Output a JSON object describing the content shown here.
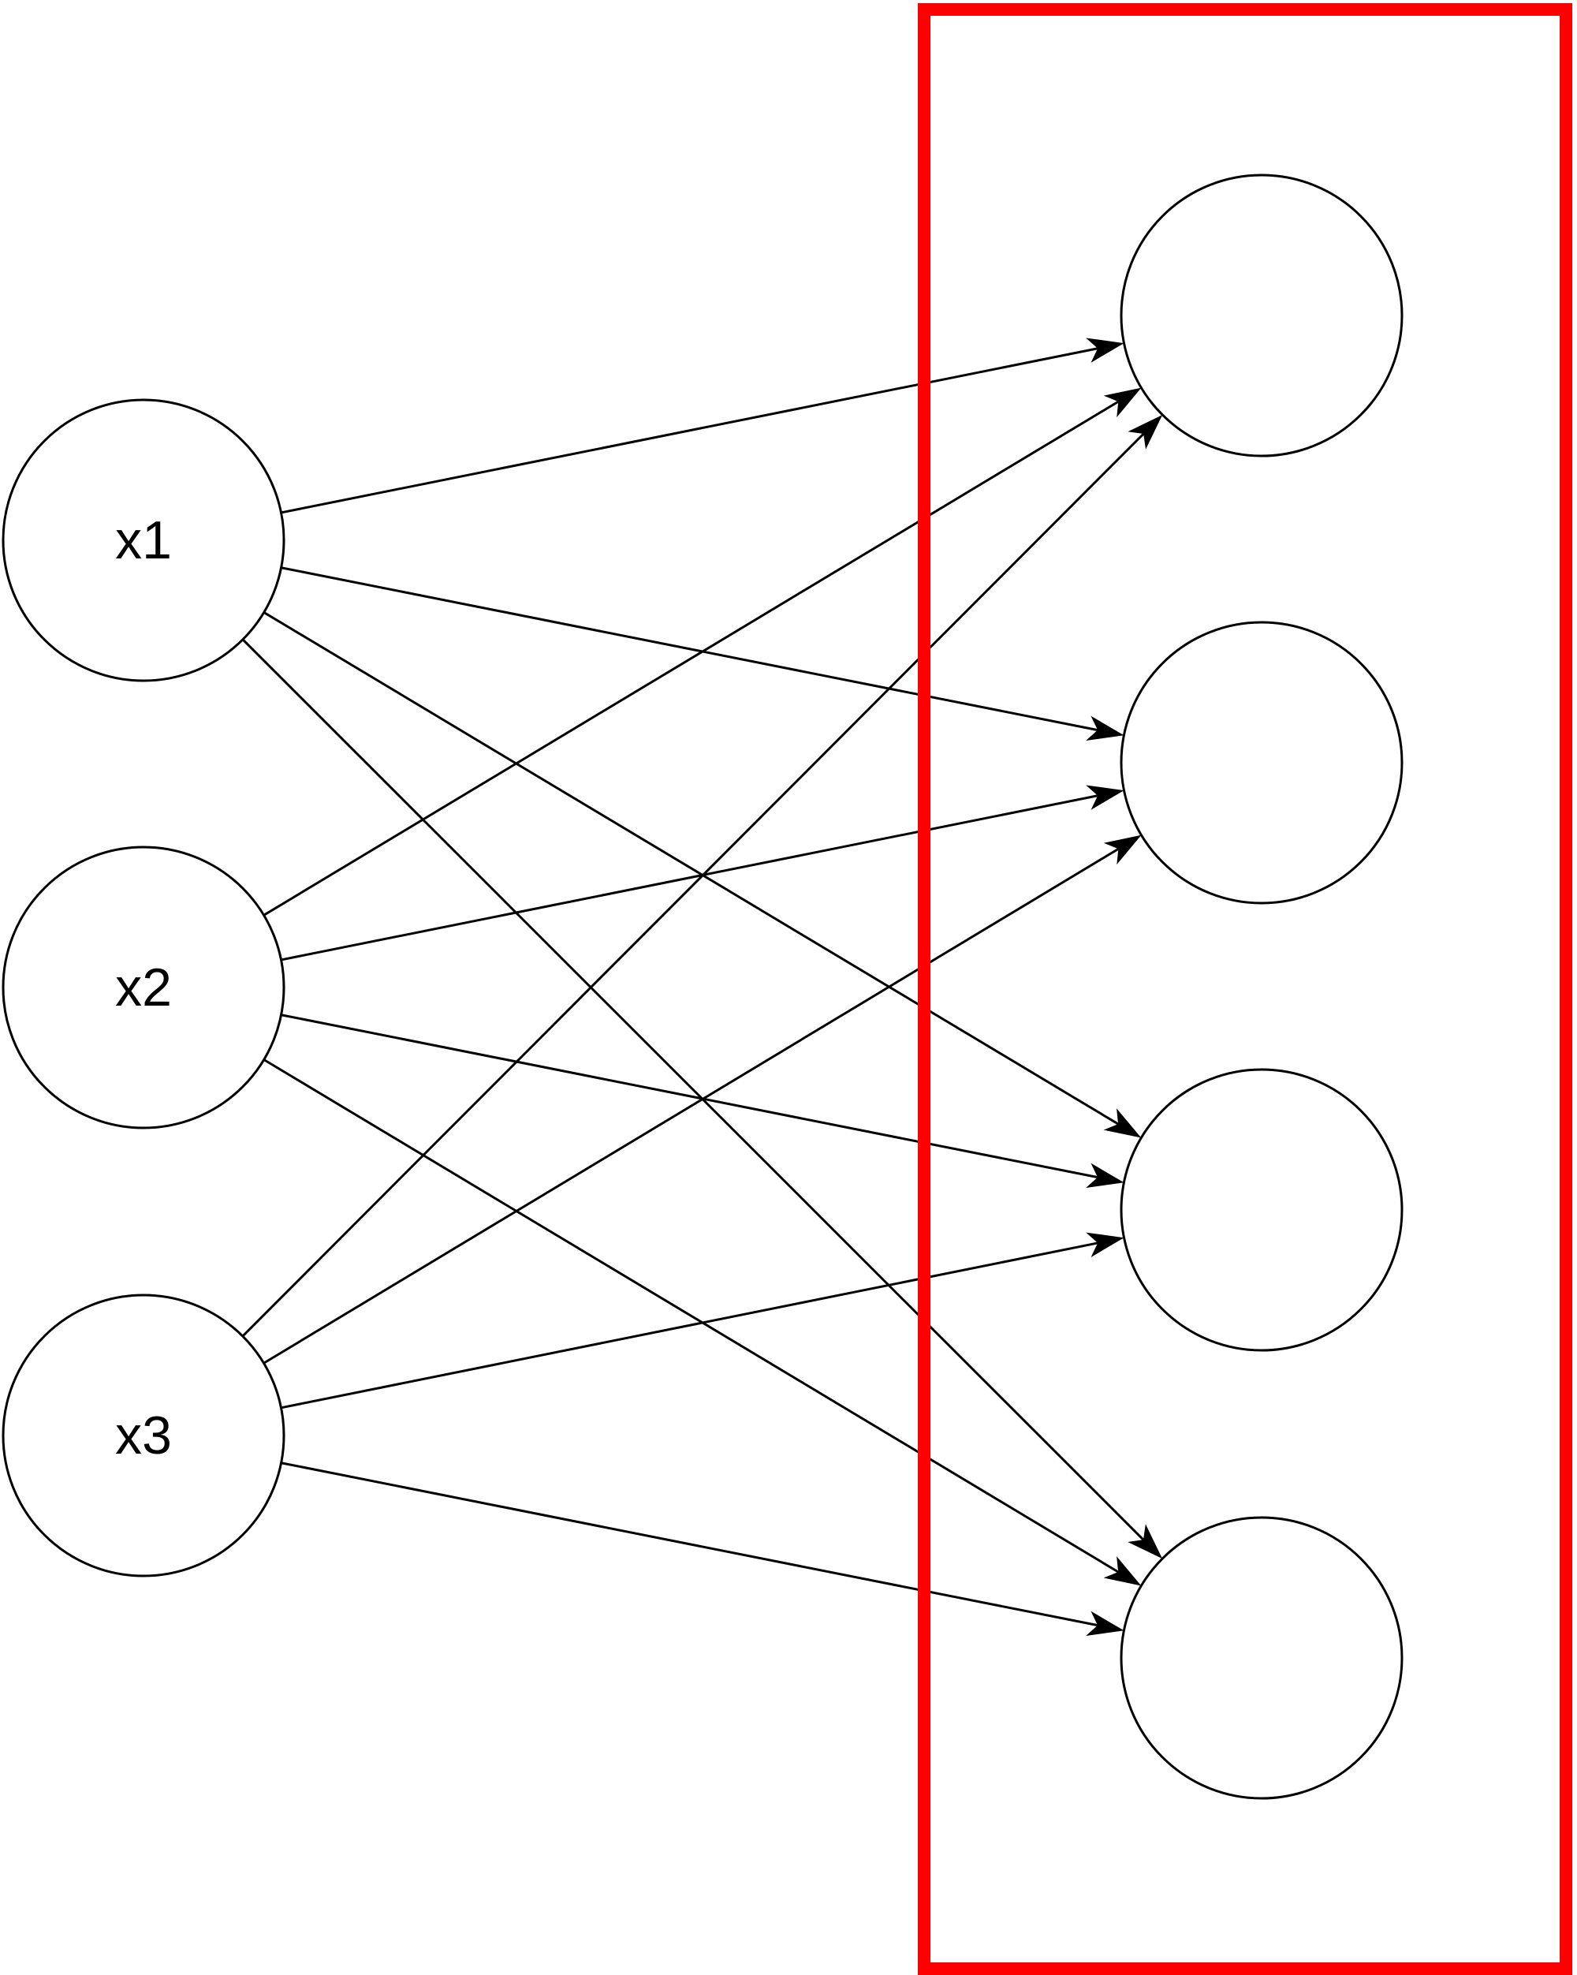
{
  "diagram": {
    "input_nodes": [
      {
        "id": "in1",
        "label": "x1"
      },
      {
        "id": "in2",
        "label": "x2"
      },
      {
        "id": "in3",
        "label": "x3"
      }
    ],
    "output_nodes": [
      {
        "id": "out1",
        "label": ""
      },
      {
        "id": "out2",
        "label": ""
      },
      {
        "id": "out3",
        "label": ""
      },
      {
        "id": "out4",
        "label": ""
      }
    ],
    "edges": [
      {
        "from": "in1",
        "to": "out1"
      },
      {
        "from": "in1",
        "to": "out2"
      },
      {
        "from": "in1",
        "to": "out3"
      },
      {
        "from": "in1",
        "to": "out4"
      },
      {
        "from": "in2",
        "to": "out1"
      },
      {
        "from": "in2",
        "to": "out2"
      },
      {
        "from": "in2",
        "to": "out3"
      },
      {
        "from": "in2",
        "to": "out4"
      },
      {
        "from": "in3",
        "to": "out1"
      },
      {
        "from": "in3",
        "to": "out2"
      },
      {
        "from": "in3",
        "to": "out3"
      },
      {
        "from": "in3",
        "to": "out4"
      }
    ],
    "highlight": {
      "color": "#ff0000",
      "encloses": "output_layer"
    }
  }
}
